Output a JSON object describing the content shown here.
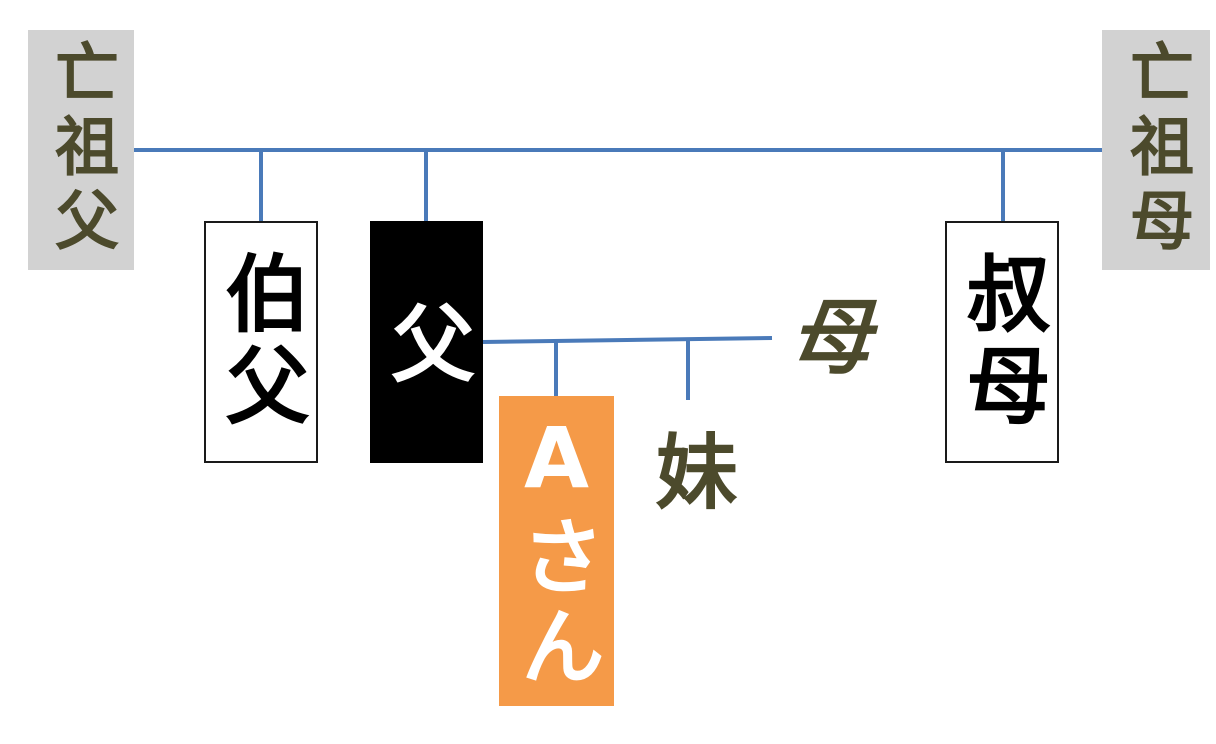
{
  "diagram": {
    "nodes": {
      "grandfather": {
        "label": "亡祖父",
        "role": "deceased-grandparent"
      },
      "grandmother": {
        "label": "亡祖母",
        "role": "deceased-grandparent"
      },
      "uncle": {
        "label": "伯父",
        "role": "relative"
      },
      "father": {
        "label": "父",
        "role": "parent"
      },
      "mother": {
        "label": "母",
        "role": "parent"
      },
      "aunt": {
        "label": "叔母",
        "role": "relative"
      },
      "person_a": {
        "label": "Aさん",
        "role": "subject"
      },
      "sister": {
        "label": "妹",
        "role": "sibling"
      }
    },
    "edges": [
      {
        "from": "grandfather",
        "to": "grandmother",
        "type": "marriage"
      },
      {
        "from": "grandparents",
        "to": "uncle",
        "type": "child"
      },
      {
        "from": "grandparents",
        "to": "father",
        "type": "child"
      },
      {
        "from": "grandparents",
        "to": "aunt",
        "type": "child"
      },
      {
        "from": "father",
        "to": "mother",
        "type": "marriage"
      },
      {
        "from": "parents",
        "to": "person_a",
        "type": "child"
      },
      {
        "from": "parents",
        "to": "sister",
        "type": "child"
      }
    ],
    "colors": {
      "connector": "#4a7ab9",
      "deceased_fill": "#d2d2d2",
      "subject_fill": "#f59a48",
      "father_fill": "#000000",
      "muted_text": "#4c4a2c"
    }
  }
}
